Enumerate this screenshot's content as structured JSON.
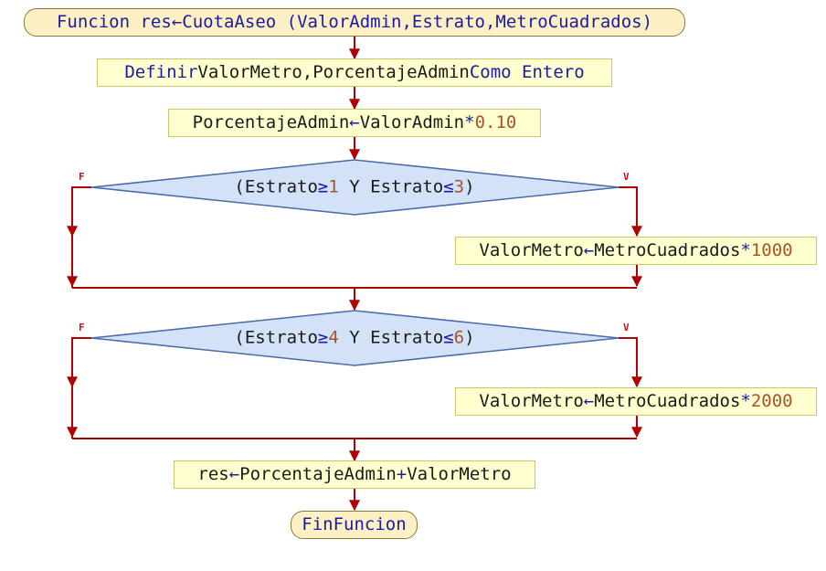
{
  "flowchart": {
    "header": {
      "t1": "Funcion res ",
      "arrow": "←",
      "t2": " CuotaAseo (ValorAdmin,Estrato,MetroCuadrados)"
    },
    "define": {
      "kw1": "Definir",
      "t1": " ValorMetro,PorcentajeAdmin ",
      "kw2": "Como Entero"
    },
    "assign_porcentaje": {
      "t1": "PorcentajeAdmin ",
      "arrow": "←",
      "t2": " ValorAdmin",
      "op": "*",
      "num": "0.10"
    },
    "decision1": {
      "t1": "(Estrato",
      "op1": "≥",
      "n1": "1",
      "t2": " Y Estrato",
      "op2": "≤",
      "n2": "3",
      "t3": ")",
      "false_label": "F",
      "true_label": "V"
    },
    "assign_valor1": {
      "t1": "ValorMetro ",
      "arrow": "←",
      "t2": " MetroCuadrados",
      "op": "*",
      "num": "1000"
    },
    "decision2": {
      "t1": "(Estrato",
      "op1": "≥",
      "n1": "4",
      "t2": " Y Estrato",
      "op2": "≤",
      "n2": "6",
      "t3": ")",
      "false_label": "F",
      "true_label": "V"
    },
    "assign_valor2": {
      "t1": "ValorMetro ",
      "arrow": "←",
      "t2": " MetroCuadrados",
      "op": "*",
      "num": "2000"
    },
    "assign_res": {
      "t1": "res ",
      "arrow": "←",
      "t2": " PorcentajeAdmin",
      "op": "+",
      "t3": "ValorMetro"
    },
    "end": {
      "label": "FinFuncion"
    },
    "colors": {
      "connector": "#b00000",
      "diamond_fill": "#d4e2f8",
      "diamond_stroke": "#4a6aa8",
      "process_fill": "#ffffcf",
      "terminal_fill": "#fdf0c4",
      "keyword": "#1c1ca0",
      "number": "#a8532a"
    }
  }
}
